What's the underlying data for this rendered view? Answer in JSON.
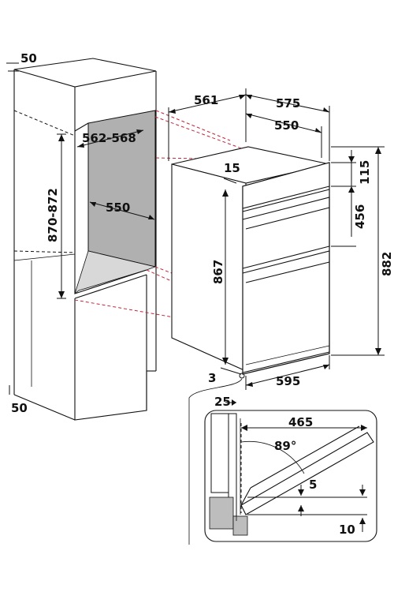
{
  "dimensions": {
    "cabinet_top_offset": "50",
    "cabinet_bottom_offset": "50",
    "niche_depth": "562-568",
    "niche_height": "870-872",
    "niche_width": "550",
    "oven_depth_total": "561",
    "oven_depth_front": "575",
    "oven_body_width": "550",
    "panel_offset": "15",
    "top_strip_height": "115",
    "upper_section_height": "456",
    "body_height": "867",
    "total_height": "882",
    "base_gap": "3",
    "oven_width": "595",
    "door_recess": "25",
    "door_depth": "465",
    "door_angle": "89°",
    "door_offset_5": "5",
    "door_offset_10": "10"
  },
  "colors": {
    "line": "#111111",
    "projection_dashed": "#c2283c",
    "niche_fill": "#b0b0b0",
    "shelf_fill": "#d8d8d8",
    "detail_fill": "#bdbdbd"
  }
}
